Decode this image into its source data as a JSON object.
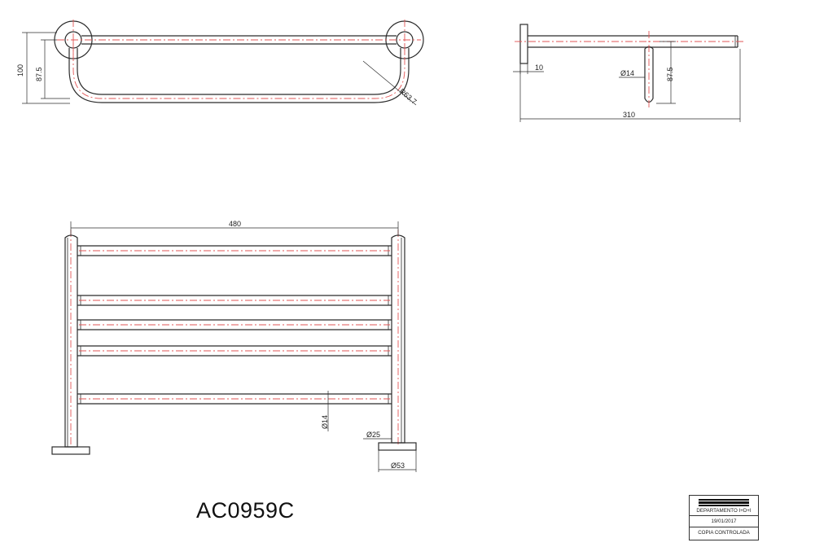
{
  "product_code": "AC0959C",
  "stamp": {
    "department": "DEPARTAMENTO I+D+I",
    "date": "19/01/2017",
    "status": "COPIA CONTROLADA",
    "logo": "company-logo"
  },
  "dimensions": {
    "top_height_total": "100",
    "top_height_inner": "87.5",
    "top_radius": "R63.7",
    "side_plate": "10",
    "side_tube_dia": "Ø14",
    "side_height": "87.5",
    "side_depth": "310",
    "front_width": "480",
    "front_tube_dia": "Ø14",
    "front_post_dia": "Ø25",
    "front_base_dia": "Ø53"
  },
  "colors": {
    "line": "#2b2b2b",
    "centerline": "#e25454"
  }
}
